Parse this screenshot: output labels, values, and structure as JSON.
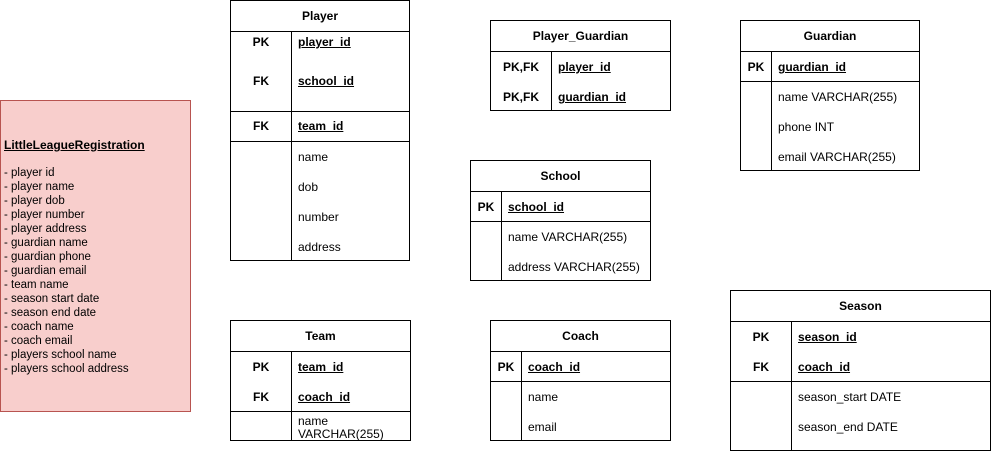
{
  "note": {
    "title": "LittleLeagueRegistration",
    "items": [
      "- player id",
      "- player name",
      "- player dob",
      "- player number",
      "- player address",
      "- guardian name",
      "- guardian phone",
      "- guardian email",
      "- team name",
      "- season start date",
      "- season end date",
      "- coach name",
      "- coach email",
      "- players school name",
      "- players school address"
    ]
  },
  "player": {
    "title": "Player",
    "pk": "PK",
    "fk": "FK",
    "f1": "player_id",
    "f2": "school_id",
    "f3": "team_id",
    "a1": "name",
    "a2": "dob",
    "a3": "number",
    "a4": "address"
  },
  "player_guardian": {
    "title": "Player_Guardian",
    "k1": "PK,FK",
    "k2": "PK,FK",
    "f1": "player_id",
    "f2": "guardian_id"
  },
  "guardian": {
    "title": "Guardian",
    "pk": "PK",
    "f1": "guardian_id",
    "a1": "name VARCHAR(255)",
    "a2": "phone INT",
    "a3": "email VARCHAR(255)"
  },
  "school": {
    "title": "School",
    "pk": "PK",
    "f1": "school_id",
    "a1": "name VARCHAR(255)",
    "a2": "address VARCHAR(255)"
  },
  "team": {
    "title": "Team",
    "pk": "PK",
    "fk": "FK",
    "f1": "team_id",
    "f2": "coach_id",
    "a1": "name",
    "a1b": "VARCHAR(255)"
  },
  "coach": {
    "title": "Coach",
    "pk": "PK",
    "f1": "coach_id",
    "a1": "name",
    "a2": "email"
  },
  "season": {
    "title": "Season",
    "pk": "PK",
    "fk": "FK",
    "f1": "season_id",
    "f2": "coach_id",
    "a1": "season_start DATE",
    "a2": "season_end DATE"
  }
}
